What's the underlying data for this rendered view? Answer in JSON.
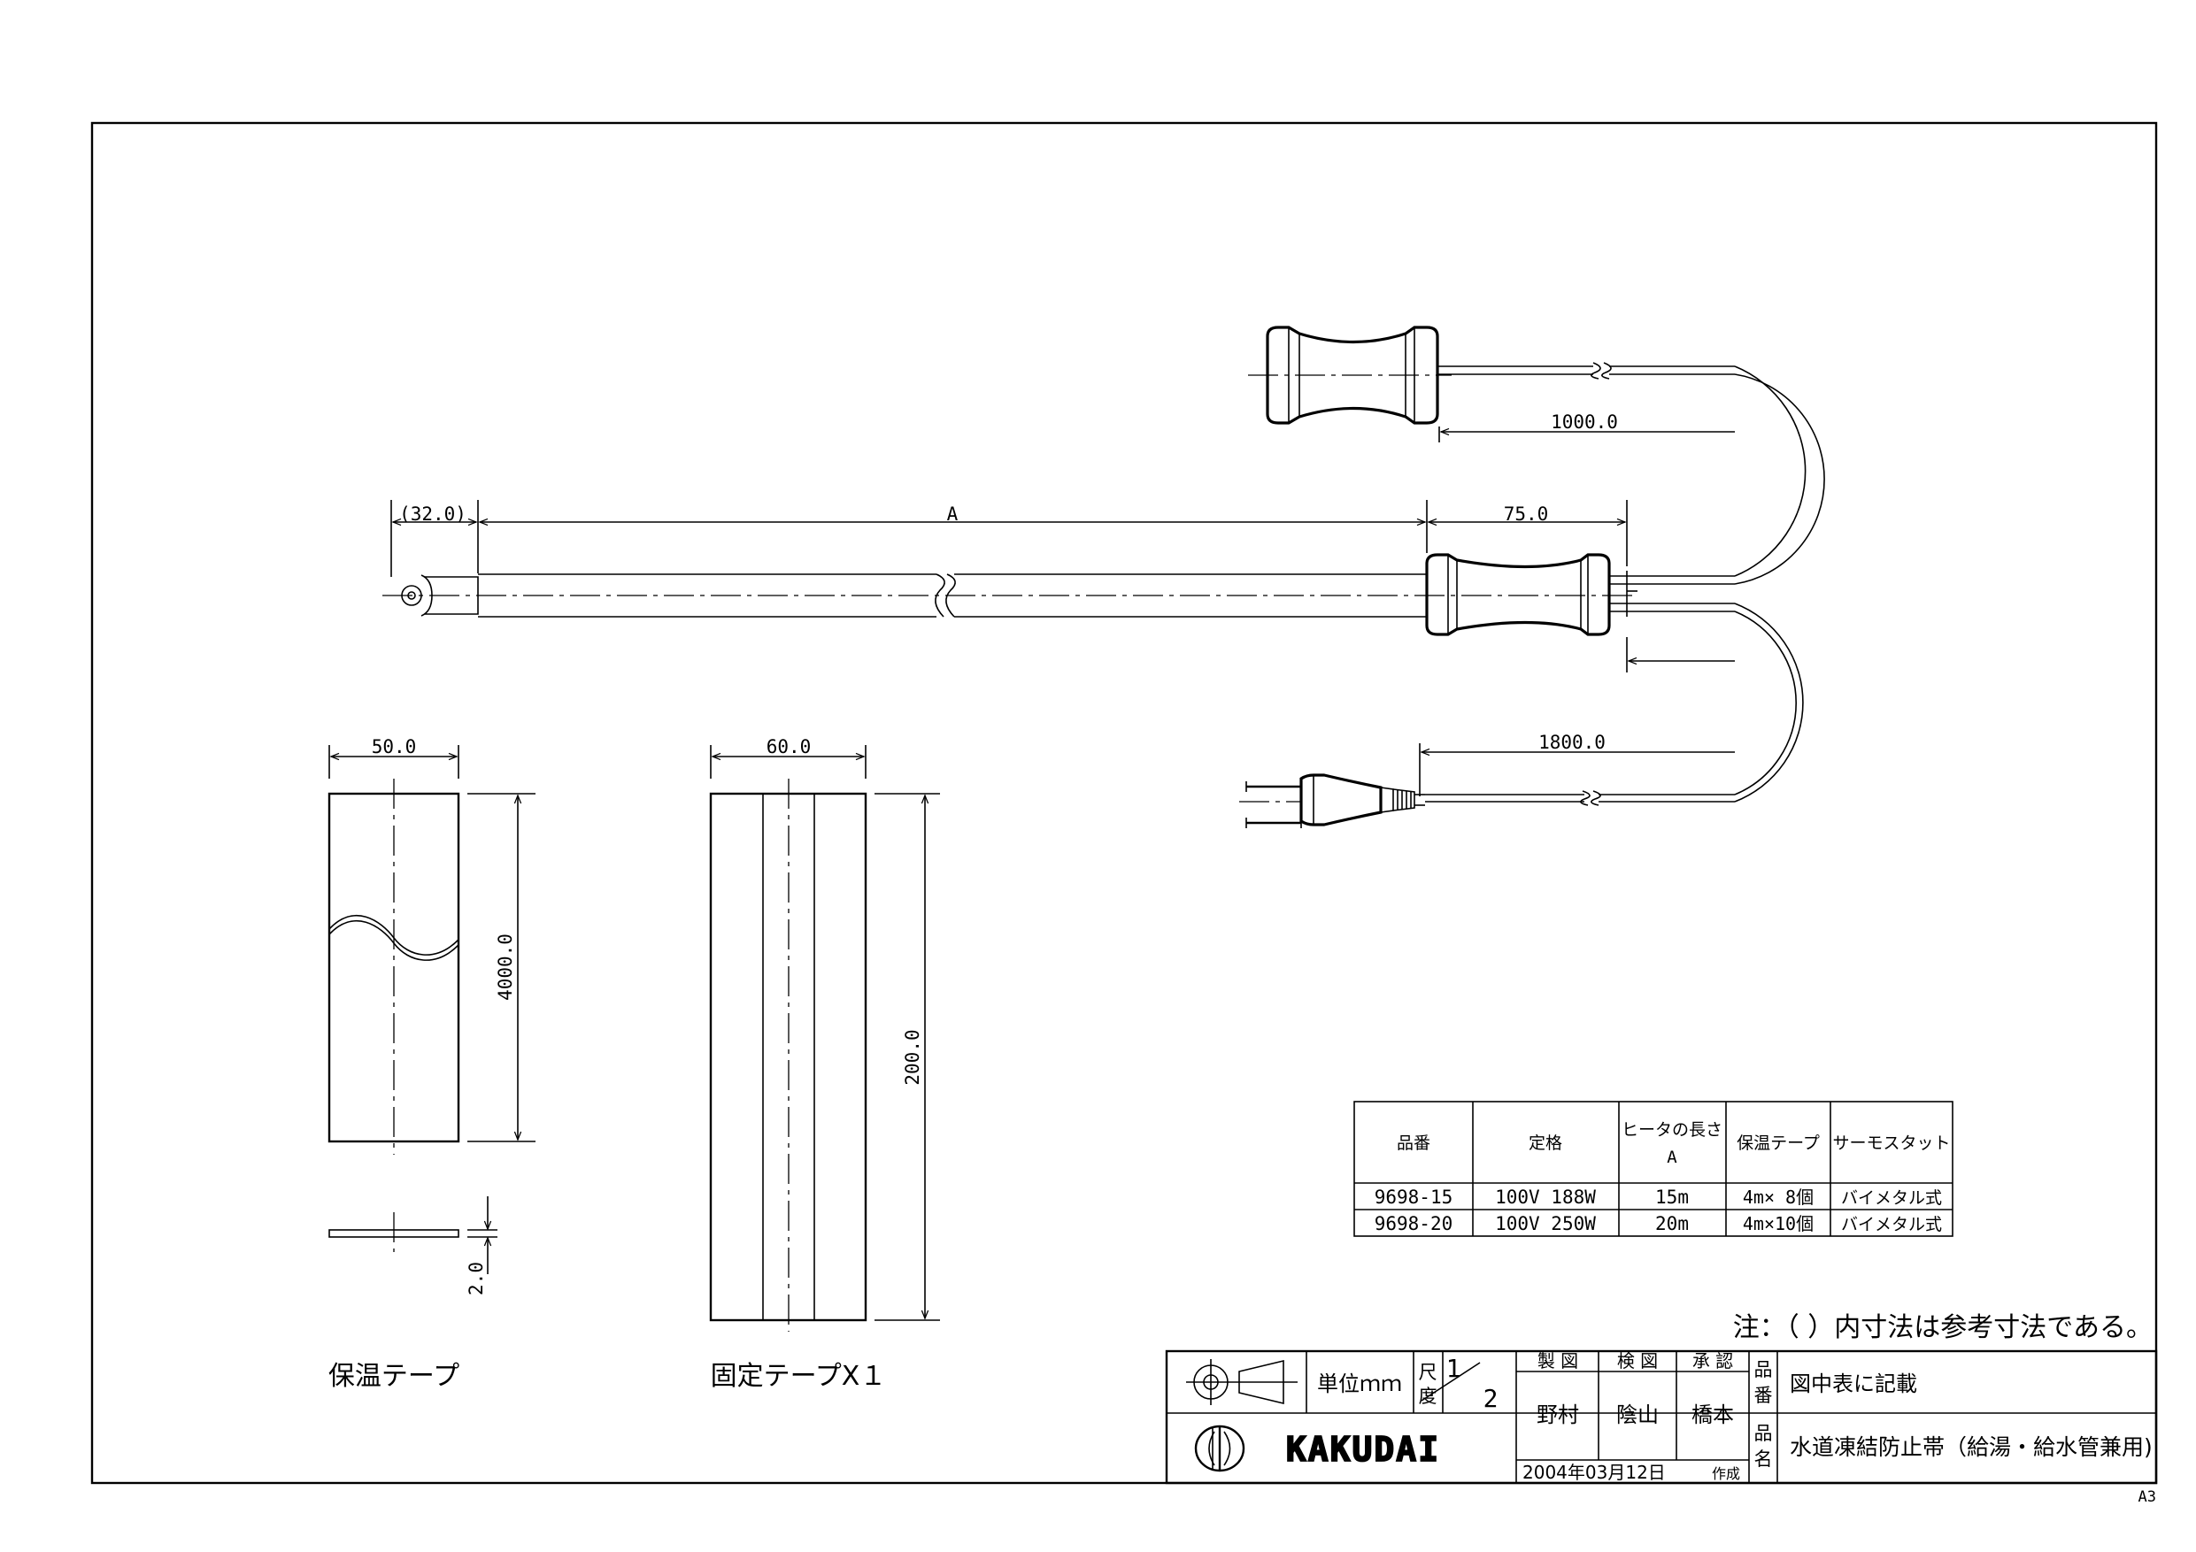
{
  "dimensions": {
    "offset": "(32.0)",
    "length_a": "A",
    "grip": "75.0",
    "lead_upper": "1000.0",
    "lead_lower": "1800.0",
    "tape_width": "50.0",
    "tape_length": "4000.0",
    "tape_thickness": "2.0",
    "fix_tape_width": "60.0",
    "fix_tape_length": "200.0"
  },
  "labels": {
    "insulation_tape": "保温テープ",
    "fixing_tape": "固定テープX１"
  },
  "spec_table": {
    "headers": [
      "品番",
      "定格",
      "ヒータの長さ",
      "A",
      "保温テープ",
      "サーモスタット"
    ],
    "rows": [
      [
        "9698-15",
        "100V 188W",
        "15m",
        "4m× 8個",
        "バイメタル式"
      ],
      [
        "9698-20",
        "100V 250W",
        "20m",
        "4m×10個",
        "バイメタル式"
      ]
    ]
  },
  "note": "注：（  ）内寸法は参考寸法である。",
  "title_block": {
    "unit": "単位ｍｍ",
    "scale_label_1": "尺",
    "scale_label_2": "度",
    "scale_num": "1",
    "scale_den": "2",
    "role_drawn": "製 図",
    "role_checked": "検 図",
    "role_approved": "承 認",
    "name_drawn": "野村",
    "name_checked": "陰山",
    "name_approved": "橋本",
    "part_no_label_1": "品",
    "part_no_label_2": "番",
    "part_no_value": "図中表に記載",
    "part_name_label_1": "品",
    "part_name_label_2": "名",
    "part_name_value": "水道凍結防止帯（給湯・給水管兼用)",
    "company": "KAKUDAI",
    "date": "2004年03月12日",
    "created": "作成"
  },
  "sheet_size": "A3"
}
